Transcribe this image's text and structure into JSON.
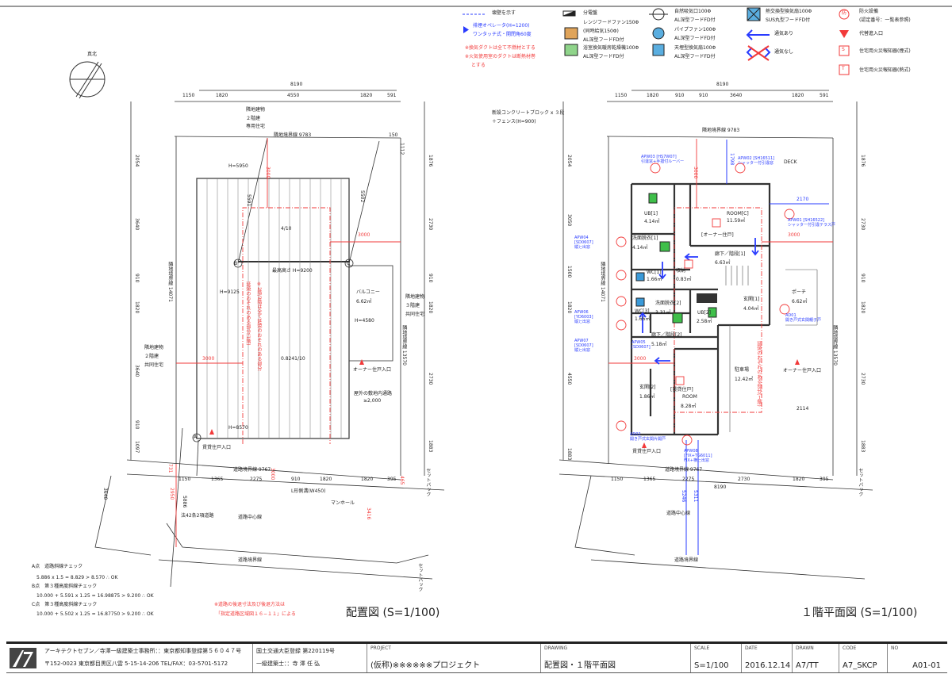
{
  "legend": {
    "col1": {
      "dashed_wall": "壊壁を示す",
      "operator_line1": "排煙オペレータ(H=1200)",
      "operator_line2": "ワンタッチ式・開閉角60度",
      "note1": "※換気ダクトは全て不燃材とする",
      "note2": "※火気使用室のダクトは断熱材巻",
      "note3": "とする"
    },
    "col2": {
      "panel": "分電盤",
      "range_hood_1": "レンジフードファン150Φ",
      "range_hood_2": "(同時給気150Φ)",
      "range_hood_3": "AL深型フードFD付",
      "bath_fan_1": "浴室換気暖房乾燥機100Φ",
      "bath_fan_2": "AL深型フードFD付"
    },
    "col3": {
      "natural_inlet_1": "自然吸気口100Φ",
      "natural_inlet_2": "AL深型フードFD付",
      "pipe_fan_1": "パイプファン100Φ",
      "pipe_fan_2": "AL深型フードFD付",
      "ceiling_fan_1": "天埋型換気扇100Φ",
      "ceiling_fan_2": "AL深型フードFD付"
    },
    "col4": {
      "heat_exchanger_1": "熱交換型換気扇100Φ",
      "heat_exchanger_2": "SUS丸型フードFD付",
      "vent_yes": "通気あり",
      "vent_no": "通気なし"
    },
    "col5": {
      "fire_1": "防火設備",
      "fire_2": "(認定番号：一覧表参照)",
      "fire_symbol": "防",
      "alt_entrance": "代替進入口",
      "smoke_detector": "住宅用火災報知器(煙式)",
      "smoke_symbol": "S",
      "heat_detector": "住宅用火災報知器(熱式)",
      "heat_symbol": "T"
    }
  },
  "north": "真北",
  "site_plan": {
    "title": "配置図 (S=1/100)",
    "dim_total": "8190",
    "dims_top": [
      "1150",
      "1820",
      "4550",
      "1820",
      "591"
    ],
    "dims_bottom": [
      "1150",
      "1365",
      "2275",
      "910",
      "1820",
      "1820",
      "395"
    ],
    "dims_left": [
      "2054",
      "3640",
      "910",
      "1820",
      "3640",
      "910",
      "1097"
    ],
    "dims_right": [
      "1876",
      "2730",
      "910",
      "1820",
      "2730",
      "1883"
    ],
    "neighbor_top": [
      "隣地建物",
      "２階建",
      "専用住宅"
    ],
    "neighbor_left": [
      "隣地建物",
      "２階建",
      "共同住宅"
    ],
    "neighbor_right": [
      "隣地建物",
      "３階建",
      "共同住宅"
    ],
    "boundary_top": "隣地境界線 9783",
    "boundary_left": "隣地境界線 14071",
    "boundary_right": "隣地境界線 13570",
    "boundary_road": "道路境界線 9767",
    "road_center": "道路中心線",
    "road_boundary2": "道路境界線",
    "h_5950": "H=5950",
    "h_9200": "最高高さ H=9200",
    "h_9125": "H=9125",
    "h_8570": "H=8570",
    "h_4580": "H=4580",
    "slope_1": "4/10",
    "slope_2": "0.8241/10",
    "dim_5591": "5591",
    "dim_5502": "5502",
    "dim_3000": "3000",
    "dim_1112": "1112",
    "dim_150": "150",
    "balcony": "バルコニー",
    "balcony_area": "6.62㎡",
    "fire_spread_1": "延焼のおそれのある部分(1階)",
    "fire_spread_2": "※2階/3階は全て延焼のおそれのある部分",
    "owner_entrance": "オーナー住戸入口",
    "rental_entrance": "賃貸住戸入口",
    "passage_1": "屋外の敷地内通路",
    "passage_2": "≥2,000",
    "road_width": "L形側溝(W450)",
    "manhole": "マンホール",
    "setback": "セットバック",
    "road_law": "法42条2項道路",
    "point_a": "A",
    "point_b": "B",
    "point_c": "C",
    "road_dims": [
      "731",
      "2950",
      "5886",
      "3000",
      "3416",
      "465",
      "900"
    ]
  },
  "checks": [
    {
      "title": "A点　道路斜線チェック",
      "calc": "5.886 x 1.5 = 8.829 > 8.570 ∴ OK"
    },
    {
      "title": "B点　第３種高度斜線チェック",
      "calc": "10.000 + 5.591 x 1.25 = 16.98875 > 9.200 ∴ OK"
    },
    {
      "title": "C点　第３種高度斜線チェック",
      "calc": "10.000 + 5.502 x 1.25 = 16.87750 > 9.200 ∴ OK"
    }
  ],
  "road_note": [
    "※道路の後退寸法及び後退方法は",
    "「指定道路区域図１６−１１」による"
  ],
  "floor_plan": {
    "title": "１階平面図 (S=1/100)",
    "dim_total": "8190",
    "dims_top": [
      "1150",
      "1820",
      "910",
      "910",
      "3640",
      "1820",
      "591"
    ],
    "dims_bottom": [
      "1150",
      "1365",
      "2275",
      "2730",
      "1820",
      "395"
    ],
    "dims_left": [
      "2054",
      "3050",
      "1500",
      "1820",
      "4550",
      "1883"
    ],
    "dims_right": [
      "1876",
      "2730",
      "910",
      "1820",
      "2730",
      "1883"
    ],
    "fence_1": "新設コンクリートブロック x ３段",
    "fence_2": "＋フェンス(H=900)",
    "boundary_top": "隣地境界線 9783",
    "boundary_left": "隣地境界線 14071",
    "boundary_right": "隣地境界線 13570",
    "boundary_road": "道路境界線 9767",
    "road_center": "道路中心線",
    "road_boundary2": "道路境界線",
    "rooms": [
      {
        "name": "UB[1]",
        "area": "4.14㎡"
      },
      {
        "name": "洗面脱衣[1]",
        "area": "4.14㎡"
      },
      {
        "name": "WC[1]",
        "area": "1.66㎡"
      },
      {
        "name": "収納",
        "area": "0.83㎡"
      },
      {
        "name": "ROOM[C]",
        "area": "11.59㎡"
      },
      {
        "name": "廊下／階段[1]",
        "area": "6.63㎡"
      },
      {
        "name": "洗面脱衣[2]",
        "area": "3.31㎡"
      },
      {
        "name": "WC[3]",
        "area": "1.66㎡"
      },
      {
        "name": "UB[2]",
        "area": "2.58㎡"
      },
      {
        "name": "玄関[1]",
        "area": "4.04㎡"
      },
      {
        "name": "ポーチ",
        "area": "6.62㎡"
      },
      {
        "name": "廊下／階段[2]",
        "area": "5.18㎡"
      },
      {
        "name": "駐車場",
        "area": "12.42㎡"
      },
      {
        "name": "玄関[2]",
        "area": "1.86㎡"
      },
      {
        "name": "ROOM",
        "area": "8.28㎡"
      }
    ],
    "owner_unit": "[オーナー住戸]",
    "rental_unit": "[賃貸住戸]",
    "deck": "DECK",
    "dim_2170": "2170",
    "dim_3000": "3000",
    "dim_1798": "1798",
    "dim_2114": "2114",
    "dim_5246": "5246",
    "dim_5311": "5311",
    "apw03": [
      "APW03 [HS7W07]",
      "引違窓+手摺付ルーバー"
    ],
    "apw02": [
      "APW02 [SH16511]",
      "シャッター付引違窓"
    ],
    "apw01": [
      "APW01 [SH16522]",
      "シャッター付引違テラス戸"
    ],
    "apw04": [
      "APW04",
      "[SD0607]",
      "縦辷出窓"
    ],
    "apw06": [
      "APW06",
      "[YD6003]",
      "縦辷出窓"
    ],
    "apw05": [
      "APW05",
      "[SD0607]",
      "縦辷出窓"
    ],
    "apw07": [
      "APW07",
      "[SD0607]",
      "縦辷出窓"
    ],
    "apw08": [
      "APW08",
      "[FIX+TG6011]",
      "FIX+横辷出窓"
    ],
    "ad01": [
      "AD01",
      "開き戸式玄関親子戸"
    ],
    "ad02": [
      "AD02",
      "開き戸式玄関片開戸"
    ],
    "fire_spread": "延焼のおそれのある部分(１階)",
    "owner_entrance": "オーナー住戸入口",
    "rental_entrance": "賃貸住戸入口",
    "setback": "セットバック"
  },
  "title_block": {
    "office_1": "アーキテクトセブン／寺澤一級建築士事務所：：東京都知事登録第５６０４７号",
    "office_2": "〒152-0023 東京都目黒区八雲 5-15-14-206 TEL/FAX：03-5701-5172",
    "reg_1": "国土交通大臣登録 第220119号",
    "reg_2": "一級建築士：：寺 澤 任 弘",
    "project_label": "PROJECT",
    "project": "(仮称)※※※※※※プロジェクト",
    "drawing_label": "DRAWING",
    "drawing": "配置図・１階平面図",
    "scale_label": "SCALE",
    "scale": "S=1/100",
    "date_label": "DATE",
    "date": "2016.12.14",
    "drawn_label": "DRAWN",
    "drawn": "A7/TT",
    "code_label": "CODE",
    "code": "A7_SKCP",
    "no_label": "NO",
    "no": "A01-01",
    "logo": "A7"
  },
  "colors": {
    "red": "#f23a3a",
    "blue": "#2a3cff",
    "line": "#333333",
    "green": "#3fbf4a",
    "cyan": "#3a9ad9"
  }
}
